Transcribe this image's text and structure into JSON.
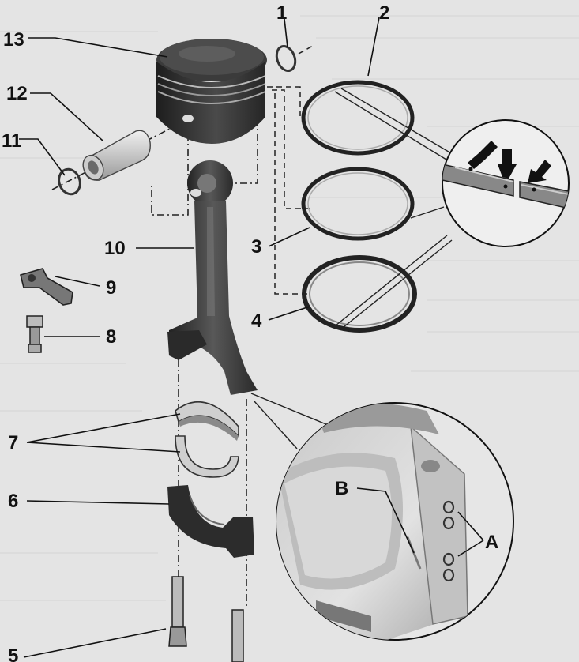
{
  "callouts": {
    "c1": "1",
    "c2": "2",
    "c3": "3",
    "c4": "4",
    "c5": "5",
    "c6": "6",
    "c7": "7",
    "c8": "8",
    "c9": "9",
    "c10": "10",
    "c11": "11",
    "c12": "12",
    "c13": "13",
    "cA": "A",
    "cB": "B"
  },
  "colors": {
    "background": "#e9e9e9",
    "part_dark": "#2e2e2e",
    "part_mid": "#6a6a6a",
    "part_light": "#d4d4d4",
    "ink": "#111111"
  }
}
